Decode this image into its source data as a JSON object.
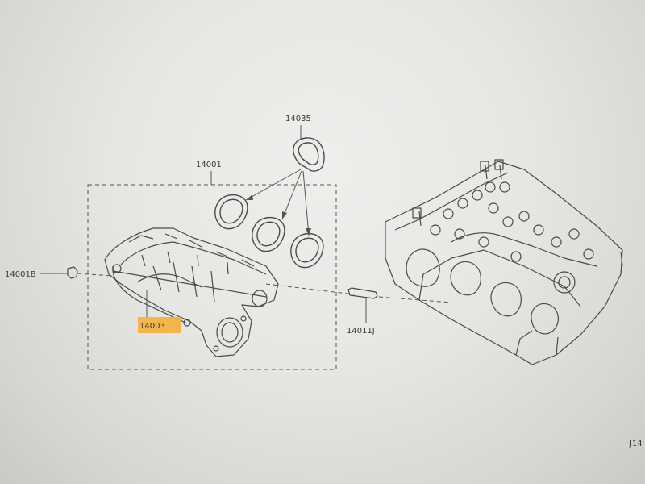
{
  "labels": {
    "gasket": "14035",
    "manifold_assembly": "14001",
    "stud": "14001B",
    "manifold": "14003",
    "pin": "14011J",
    "figure_ref": "J14"
  },
  "colors": {
    "highlight": "#f5b041",
    "line": "#4a4a4a"
  }
}
